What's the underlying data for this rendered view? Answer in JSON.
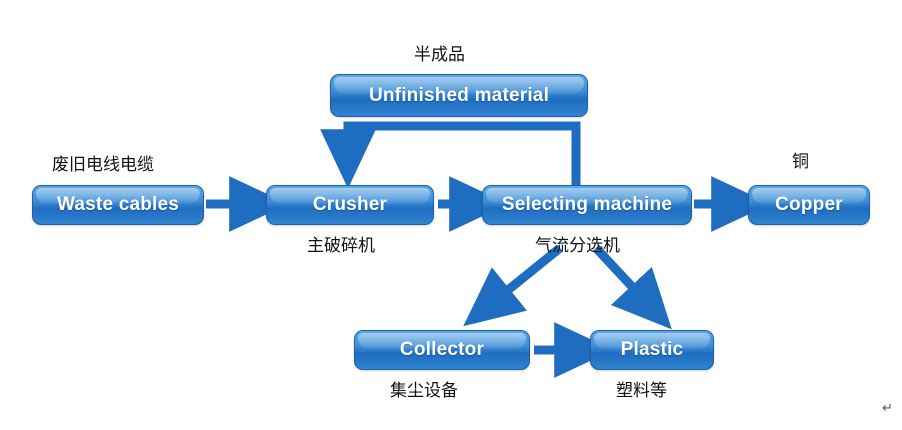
{
  "diagram": {
    "title_visible": false,
    "colors": {
      "node_top": "#5ea9e4",
      "node_mid": "#1f6dc0",
      "node_border": "#1d5fa8",
      "node_text": "#ffffff",
      "arrow": "#1f6dc0",
      "caption_text": "#111111",
      "background": "#ffffff"
    },
    "nodes": [
      {
        "id": "unfinished",
        "label": "Unfinished material",
        "caption": "半成品",
        "caption_position": "above"
      },
      {
        "id": "waste",
        "label": "Waste cables",
        "caption": "废旧电线电缆",
        "caption_position": "above"
      },
      {
        "id": "crusher",
        "label": "Crusher",
        "caption": "主破碎机",
        "caption_position": "below"
      },
      {
        "id": "selecting",
        "label": "Selecting machine",
        "caption": "气流分选机",
        "caption_position": "below"
      },
      {
        "id": "copper",
        "label": "Copper",
        "caption": "铜",
        "caption_position": "above"
      },
      {
        "id": "collector",
        "label": "Collector",
        "caption": "集尘设备",
        "caption_position": "below"
      },
      {
        "id": "plastic",
        "label": "Plastic",
        "caption": "塑料等",
        "caption_position": "below"
      }
    ],
    "edges": [
      {
        "from": "waste",
        "to": "crusher",
        "kind": "straight-right"
      },
      {
        "from": "crusher",
        "to": "selecting",
        "kind": "straight-right"
      },
      {
        "from": "selecting",
        "to": "copper",
        "kind": "straight-right"
      },
      {
        "from": "selecting",
        "to": "unfinished",
        "kind": "up-then-left-down-into-crusher"
      },
      {
        "from": "selecting",
        "to": "collector",
        "kind": "diagonal-down-left"
      },
      {
        "from": "selecting",
        "to": "plastic",
        "kind": "diagonal-down-right"
      },
      {
        "from": "collector",
        "to": "plastic",
        "kind": "straight-right"
      }
    ],
    "cursor_mark": "↵"
  }
}
